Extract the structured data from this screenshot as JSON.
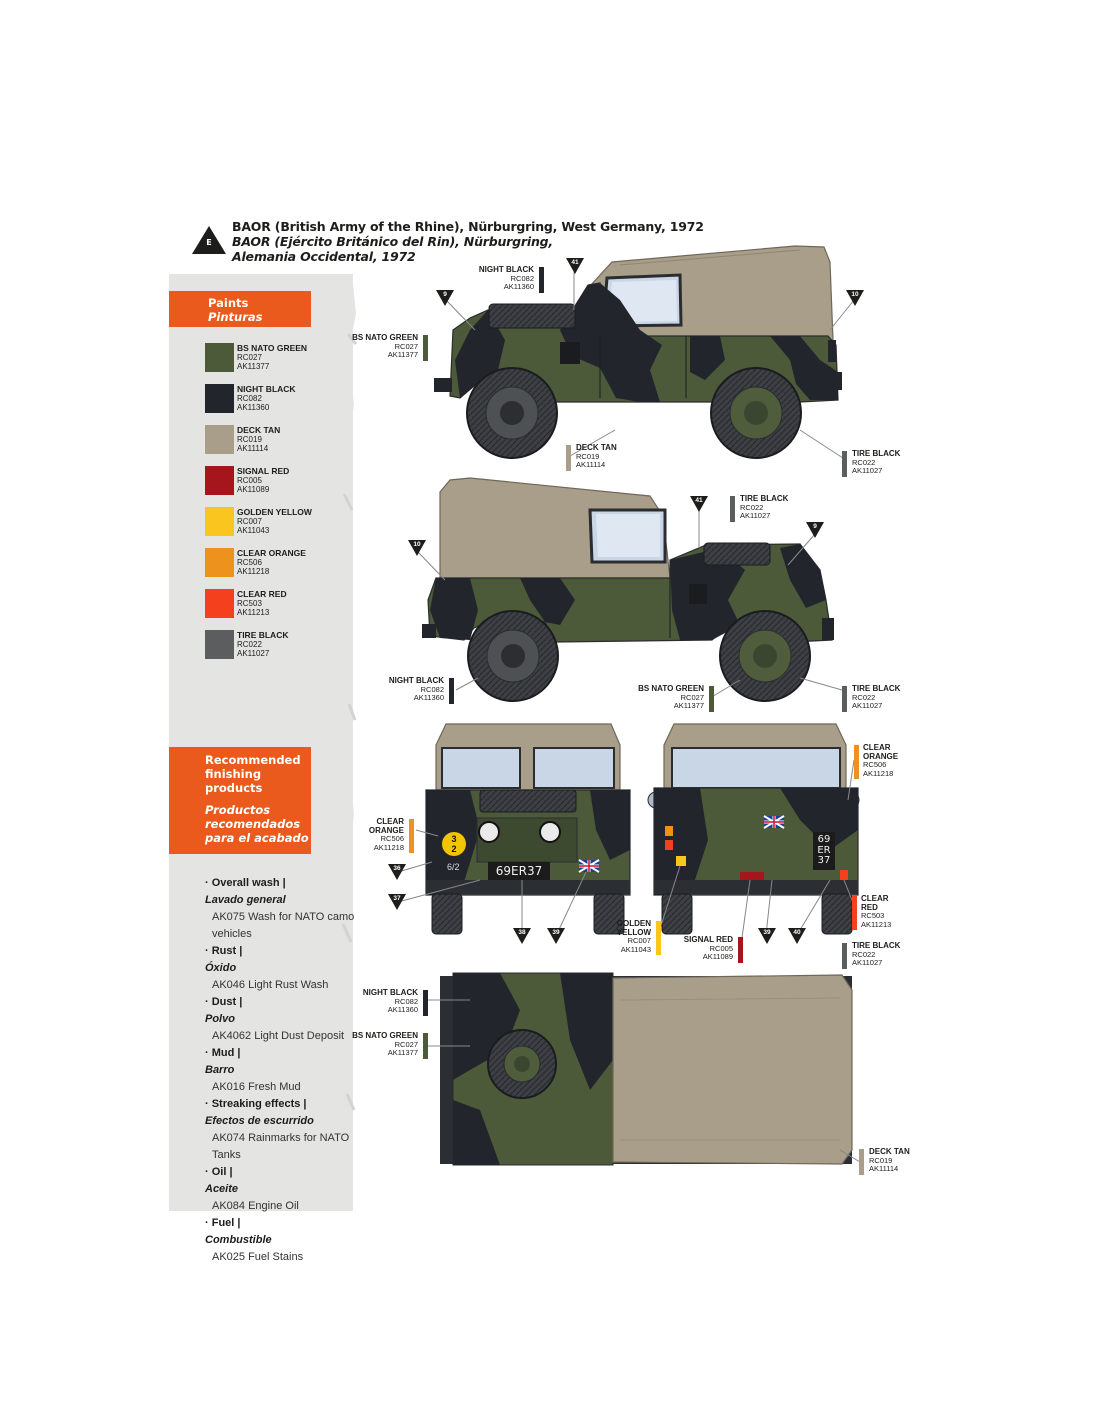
{
  "header": {
    "marker": "E",
    "title_en": "BAOR (British Army of the Rhine), Nürburgring, West Germany, 1972",
    "title_es_1": "BAOR (Ejército Británico del Rin), Nürburgring,",
    "title_es_2": "Alemania Occidental, 1972"
  },
  "paints": {
    "title_en": "Paints",
    "title_es": "Pinturas",
    "items": [
      {
        "name": "BS NATO GREEN",
        "code1": "RC027",
        "code2": "AK11377",
        "color": "#4c5a39"
      },
      {
        "name": "NIGHT BLACK",
        "code1": "RC082",
        "code2": "AK11360",
        "color": "#22262c"
      },
      {
        "name": "DECK TAN",
        "code1": "RC019",
        "code2": "AK11114",
        "color": "#a89e8a"
      },
      {
        "name": "SIGNAL RED",
        "code1": "RC005",
        "code2": "AK11089",
        "color": "#a5161c"
      },
      {
        "name": "GOLDEN YELLOW",
        "code1": "RC007",
        "code2": "AK11043",
        "color": "#f9c51e"
      },
      {
        "name": "CLEAR ORANGE",
        "code1": "RC506",
        "code2": "AK11218",
        "color": "#ec921d"
      },
      {
        "name": "CLEAR RED",
        "code1": "RC503",
        "code2": "AK11213",
        "color": "#f4401c"
      },
      {
        "name": "TIRE BLACK",
        "code1": "RC022",
        "code2": "AK11027",
        "color": "#5b5d5f"
      }
    ]
  },
  "finishing": {
    "title_en_1": "Recommended",
    "title_en_2": "finishing",
    "title_en_3": "products",
    "title_es_1": "Productos",
    "title_es_2": "recomendados",
    "title_es_3": "para el acabado",
    "items": [
      {
        "en": "· Overall wash |",
        "es": "Lavado general",
        "products": [
          "AK075 Wash for NATO camo",
          "vehicles"
        ]
      },
      {
        "en": "· Rust | ",
        "es": "Óxido",
        "products": [
          "AK046 Light Rust Wash"
        ]
      },
      {
        "en": "· Dust | ",
        "es": "Polvo",
        "products": [
          "AK4062 Light Dust Deposit"
        ]
      },
      {
        "en": "· Mud | ",
        "es": "Barro",
        "products": [
          "AK016 Fresh Mud"
        ]
      },
      {
        "en": "· Streaking effects |",
        "es": "Efectos de escurrido",
        "products": [
          "AK074 Rainmarks for NATO",
          "Tanks"
        ]
      },
      {
        "en": "· Oil | ",
        "es": "Aceite",
        "products": [
          "AK084 Engine Oil"
        ]
      },
      {
        "en": "· Fuel | ",
        "es": "Combustible",
        "products": [
          "AK025 Fuel Stains"
        ]
      }
    ]
  },
  "markings": {
    "front_plate": "69ER37",
    "front_plate_display": "69 ER 37",
    "rear_plate_1": "69",
    "rear_plate_2": "ER",
    "rear_plate_3": "37",
    "bridge_top": "3",
    "bridge_bottom": "2",
    "unit_code": "6/2"
  },
  "decal_numbers": {
    "n41a": "41",
    "n9a": "9",
    "n10a": "10",
    "n10b": "10",
    "n41b": "41",
    "n9b": "9",
    "n36a": "36",
    "n37": "37",
    "n38": "38",
    "n39a": "39",
    "n39b": "39",
    "n40": "40"
  },
  "callouts": {
    "night_black_1": {
      "name": "NIGHT BLACK",
      "code1": "RC082",
      "code2": "AK11360"
    },
    "nato_green_1": {
      "name": "BS NATO GREEN",
      "code1": "RC027",
      "code2": "AK11377"
    },
    "deck_tan_1": {
      "name": "DECK TAN",
      "code1": "RC019",
      "code2": "AK11114"
    },
    "tire_black_1": {
      "name": "TIRE BLACK",
      "code1": "RC022",
      "code2": "AK11027"
    },
    "tire_black_2": {
      "name": "TIRE BLACK",
      "code1": "RC022",
      "code2": "AK11027"
    },
    "night_black_2": {
      "name": "NIGHT BLACK",
      "code1": "RC082",
      "code2": "AK11360"
    },
    "nato_green_2": {
      "name": "BS NATO GREEN",
      "code1": "RC027",
      "code2": "AK11377"
    },
    "tire_black_3": {
      "name": "TIRE BLACK",
      "code1": "RC022",
      "code2": "AK11027"
    },
    "clear_orange_1": {
      "name1": "CLEAR",
      "name2": "ORANGE",
      "code1": "RC506",
      "code2": "AK11218"
    },
    "clear_orange_2": {
      "name1": "CLEAR",
      "name2": "ORANGE",
      "code1": "RC506",
      "code2": "AK11218"
    },
    "golden_yellow": {
      "name1": "GOLDEN",
      "name2": "YELLOW",
      "code1": "RC007",
      "code2": "AK11043"
    },
    "signal_red": {
      "name": "SIGNAL RED",
      "code1": "RC005",
      "code2": "AK11089"
    },
    "clear_red": {
      "name1": "CLEAR",
      "name2": "RED",
      "code1": "RC503",
      "code2": "AK11213"
    },
    "tire_black_4": {
      "name": "TIRE BLACK",
      "code1": "RC022",
      "code2": "AK11027"
    },
    "night_black_3": {
      "name": "NIGHT BLACK",
      "code1": "RC082",
      "code2": "AK11360"
    },
    "nato_green_3": {
      "name": "BS NATO GREEN",
      "code1": "RC027",
      "code2": "AK11377"
    },
    "deck_tan_2": {
      "name": "DECK TAN",
      "code1": "RC019",
      "code2": "AK11114"
    }
  }
}
